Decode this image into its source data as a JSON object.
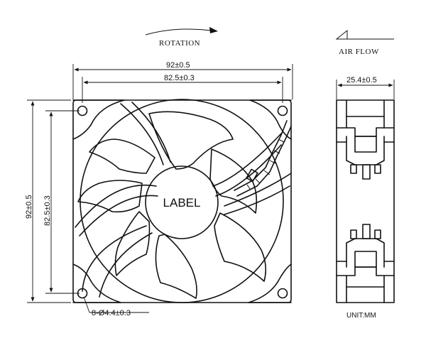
{
  "labels": {
    "rotation": "ROTATION",
    "air_flow": "AIR FLOW",
    "overall_width": "92±0.5",
    "hole_spacing_width": "82.5±0.3",
    "overall_height": "92±0.5",
    "hole_spacing_height": "82.5±0.3",
    "depth": "25.4±0.5",
    "holes": "8-Ø4.4±0.3",
    "label": "LABEL",
    "unit": "UNIT:MM"
  }
}
